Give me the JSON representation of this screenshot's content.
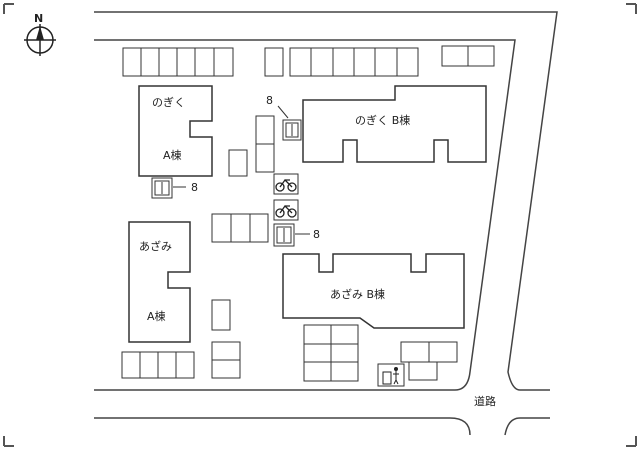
{
  "compass": {
    "north_label": "N",
    "icon": "compass-rose-icon"
  },
  "buildings": {
    "nogiku_a": {
      "line1": "のぎく",
      "line2": "A棟"
    },
    "nogiku_b": {
      "label": "のぎく B棟"
    },
    "azami_a": {
      "line1": "あざみ",
      "line2": "A棟"
    },
    "azami_b": {
      "label": "あざみ B棟"
    }
  },
  "bike_lots": [
    {
      "label": "8",
      "icon": "bicycle-parking-icon"
    },
    {
      "label": "8",
      "icon": "bicycle-parking-icon"
    },
    {
      "label": "8",
      "icon": "bicycle-parking-icon"
    }
  ],
  "facilities": {
    "bicycle_icon": "bicycle-icon",
    "trash_icon": "garbage-station-icon"
  },
  "road": {
    "label": "道路"
  }
}
